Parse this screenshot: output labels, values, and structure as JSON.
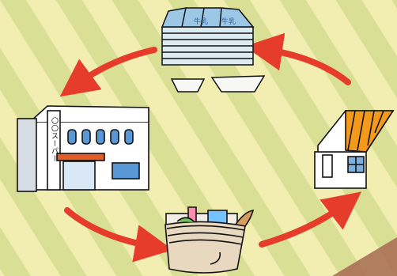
{
  "scene": {
    "store": {
      "sign_text": "〇〇スーパー"
    },
    "milk_carton_label": "牛乳"
  },
  "colors": {
    "background_light": "#F2EDB0",
    "background_dark": "#D6DE90",
    "arrow_red": "#E53C2B",
    "house_roof": "#F39A1D",
    "store_awning": "#E45B2A",
    "window_blue": "#BFD9EA",
    "outline": "#111111"
  },
  "icons": {
    "recycle_bundle": "stack-of-milk-cartons-and-trays",
    "store": "supermarket-building",
    "house": "orange-roof-house",
    "basket": "shopping-basket-with-groceries",
    "arrows": "clockwise-cycle-arrows"
  }
}
